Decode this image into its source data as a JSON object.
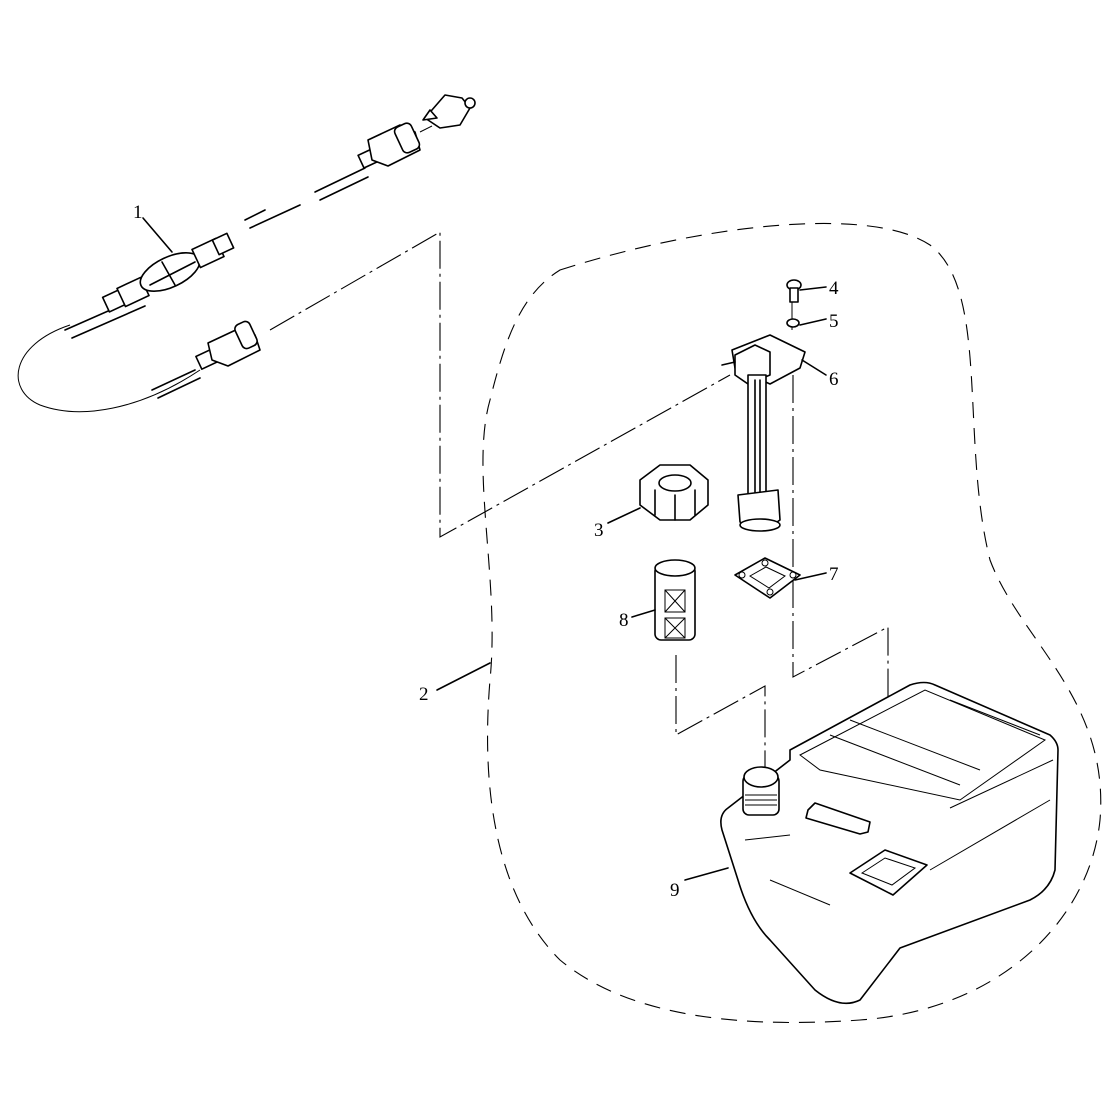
{
  "diagram": {
    "title": "Portable fuel tank and fuel line assembly (exploded view)",
    "callouts": [
      {
        "id": "callout-1",
        "number": "1",
        "part": "fuel-hose-with-primer-bulb"
      },
      {
        "id": "callout-2",
        "number": "2",
        "part": "fuel-tank-assembly"
      },
      {
        "id": "callout-3",
        "number": "3",
        "part": "float"
      },
      {
        "id": "callout-4",
        "number": "4",
        "part": "screw"
      },
      {
        "id": "callout-5",
        "number": "5",
        "part": "washer"
      },
      {
        "id": "callout-6",
        "number": "6",
        "part": "fuel-gauge-pickup-assembly"
      },
      {
        "id": "callout-7",
        "number": "7",
        "part": "gasket"
      },
      {
        "id": "callout-8",
        "number": "8",
        "part": "strainer"
      },
      {
        "id": "callout-9",
        "number": "9",
        "part": "fuel-tank"
      }
    ]
  }
}
